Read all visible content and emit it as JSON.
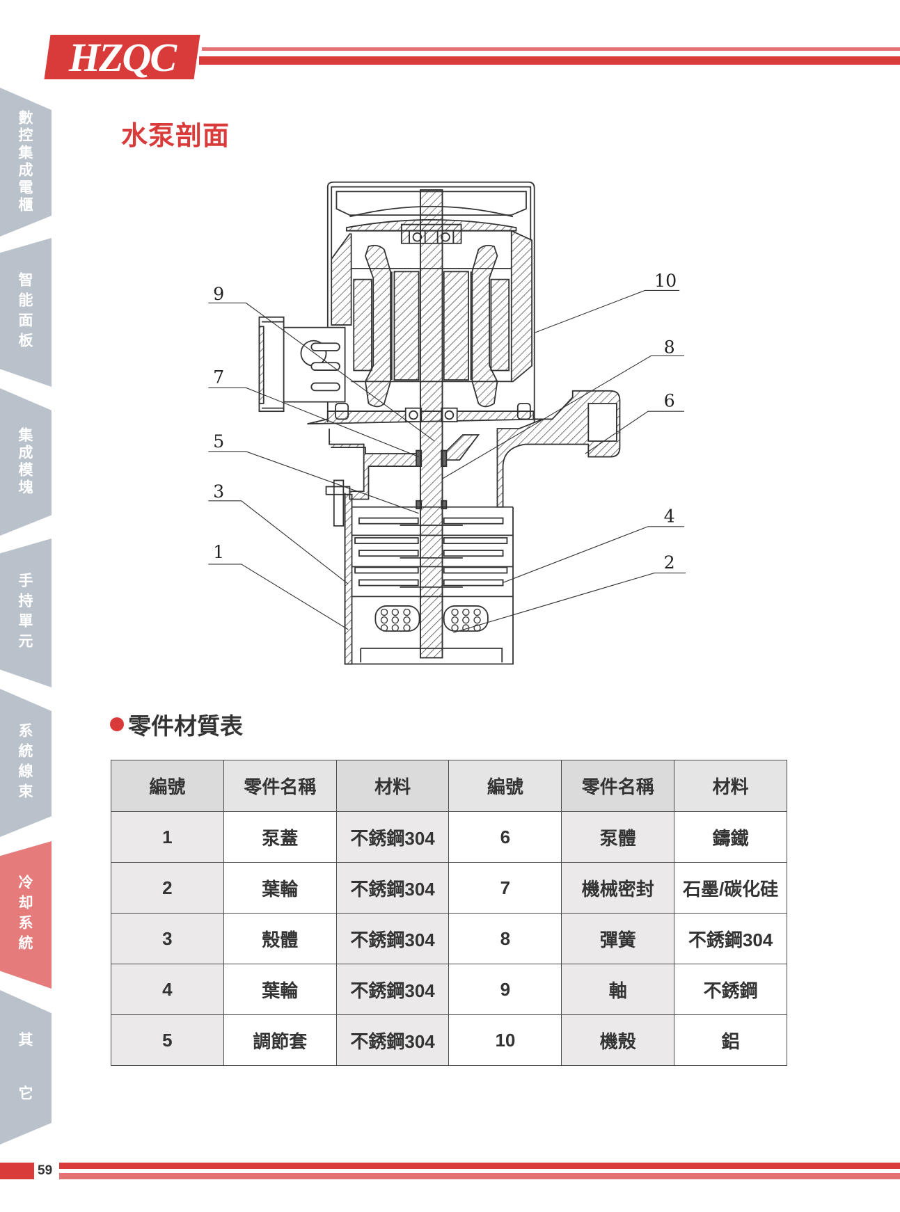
{
  "header": {
    "logo_text": "HZQC",
    "title": "水泵剖面"
  },
  "sidebar": {
    "items": [
      {
        "label": "數控集成電櫃"
      },
      {
        "label": "智能面板"
      },
      {
        "label": "集成模塊"
      },
      {
        "label": "手持單元"
      },
      {
        "label": "系統線束"
      },
      {
        "label": "冷却系統",
        "active": true
      },
      {
        "label": "其它"
      }
    ]
  },
  "diagram": {
    "callouts": [
      "1",
      "2",
      "3",
      "4",
      "5",
      "6",
      "7",
      "8",
      "9",
      "10"
    ]
  },
  "parts_table": {
    "section_title": "零件材質表",
    "headers": [
      "編號",
      "零件名稱",
      "材料",
      "編號",
      "零件名稱",
      "材料"
    ],
    "rows": [
      [
        "1",
        "泵蓋",
        "不銹鋼304",
        "6",
        "泵體",
        "鑄鐵"
      ],
      [
        "2",
        "葉輪",
        "不銹鋼304",
        "7",
        "機械密封",
        "石墨/碳化硅"
      ],
      [
        "3",
        "殼體",
        "不銹鋼304",
        "8",
        "彈簧",
        "不銹鋼304"
      ],
      [
        "4",
        "葉輪",
        "不銹鋼304",
        "9",
        "軸",
        "不銹鋼"
      ],
      [
        "5",
        "調節套",
        "不銹鋼304",
        "10",
        "機殼",
        "鋁"
      ]
    ]
  },
  "footer": {
    "page_number": "59"
  },
  "colors": {
    "brand_red": "#d93a3a",
    "brand_pink": "#e47272",
    "tab_gray": "#b9c2ca",
    "tab_active": "#e57b7b"
  }
}
